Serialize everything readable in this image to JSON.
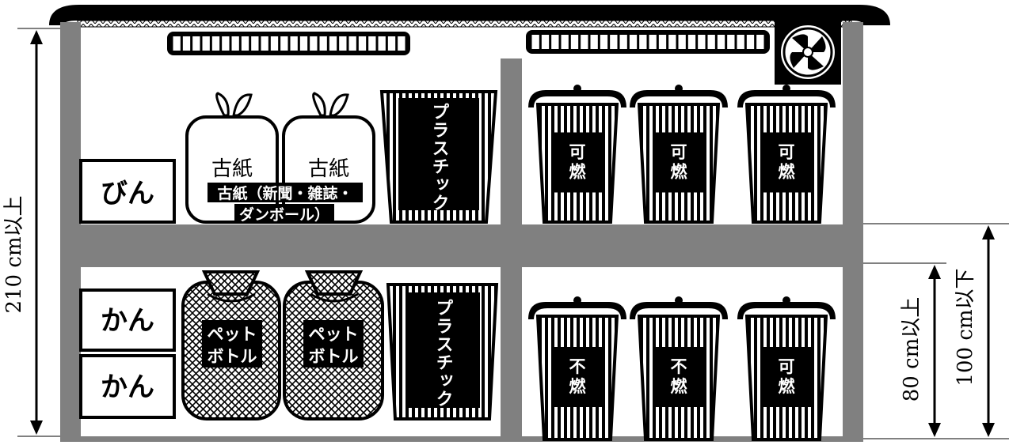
{
  "measurements": {
    "total_height": "210 cm以上",
    "upper_shelf_height": "100 cm以下",
    "lower_shelf_height": "80 cm以上"
  },
  "upper_shelf": {
    "bin_label": "びん",
    "paper_bag_1": "古紙",
    "paper_bag_2": "古紙",
    "paper_caption_line1": "古紙（新聞・雑誌・",
    "paper_caption_line2": "ダンボール）",
    "plastic_box": "プラスチック",
    "can_1": "可燃",
    "can_2": "可燃",
    "can_3": "可燃"
  },
  "lower_shelf": {
    "kan_1": "かん",
    "kan_2": "かん",
    "pet_bag_1": "ペットボトル",
    "pet_bag_2": "ペットボトル",
    "plastic_box": "プラスチック",
    "can_1": "不燃",
    "can_2": "不燃",
    "can_3": "可燃"
  }
}
